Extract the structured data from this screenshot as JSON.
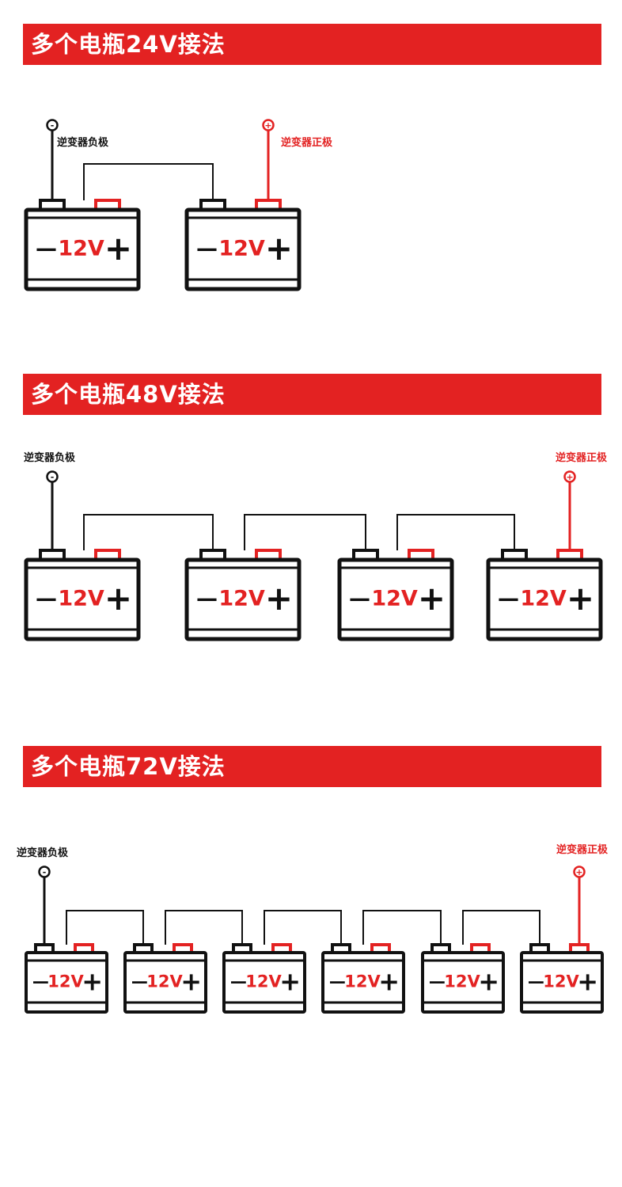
{
  "colors": {
    "accent": "#e32222",
    "ink": "#111111",
    "background": "#ffffff"
  },
  "sections": [
    {
      "id": "24v",
      "title": "多个电瓶24V接法",
      "battery_count": 2,
      "battery_label": "12V",
      "negative_label": "逆变器负极",
      "positive_label": "逆变器正极",
      "negative_symbol": "-",
      "positive_symbol": "+",
      "minus_glyph": "—",
      "plus_glyph": "+"
    },
    {
      "id": "48v",
      "title": "多个电瓶48V接法",
      "battery_count": 4,
      "battery_label": "12V",
      "negative_label": "逆变器负极",
      "positive_label": "逆变器正极",
      "negative_symbol": "-",
      "positive_symbol": "+",
      "minus_glyph": "—",
      "plus_glyph": "+"
    },
    {
      "id": "72v",
      "title": "多个电瓶72V接法",
      "battery_count": 6,
      "battery_label": "12V",
      "negative_label": "逆变器负极",
      "positive_label": "逆变器正极",
      "negative_symbol": "-",
      "positive_symbol": "+",
      "minus_glyph": "—",
      "plus_glyph": "+"
    }
  ]
}
